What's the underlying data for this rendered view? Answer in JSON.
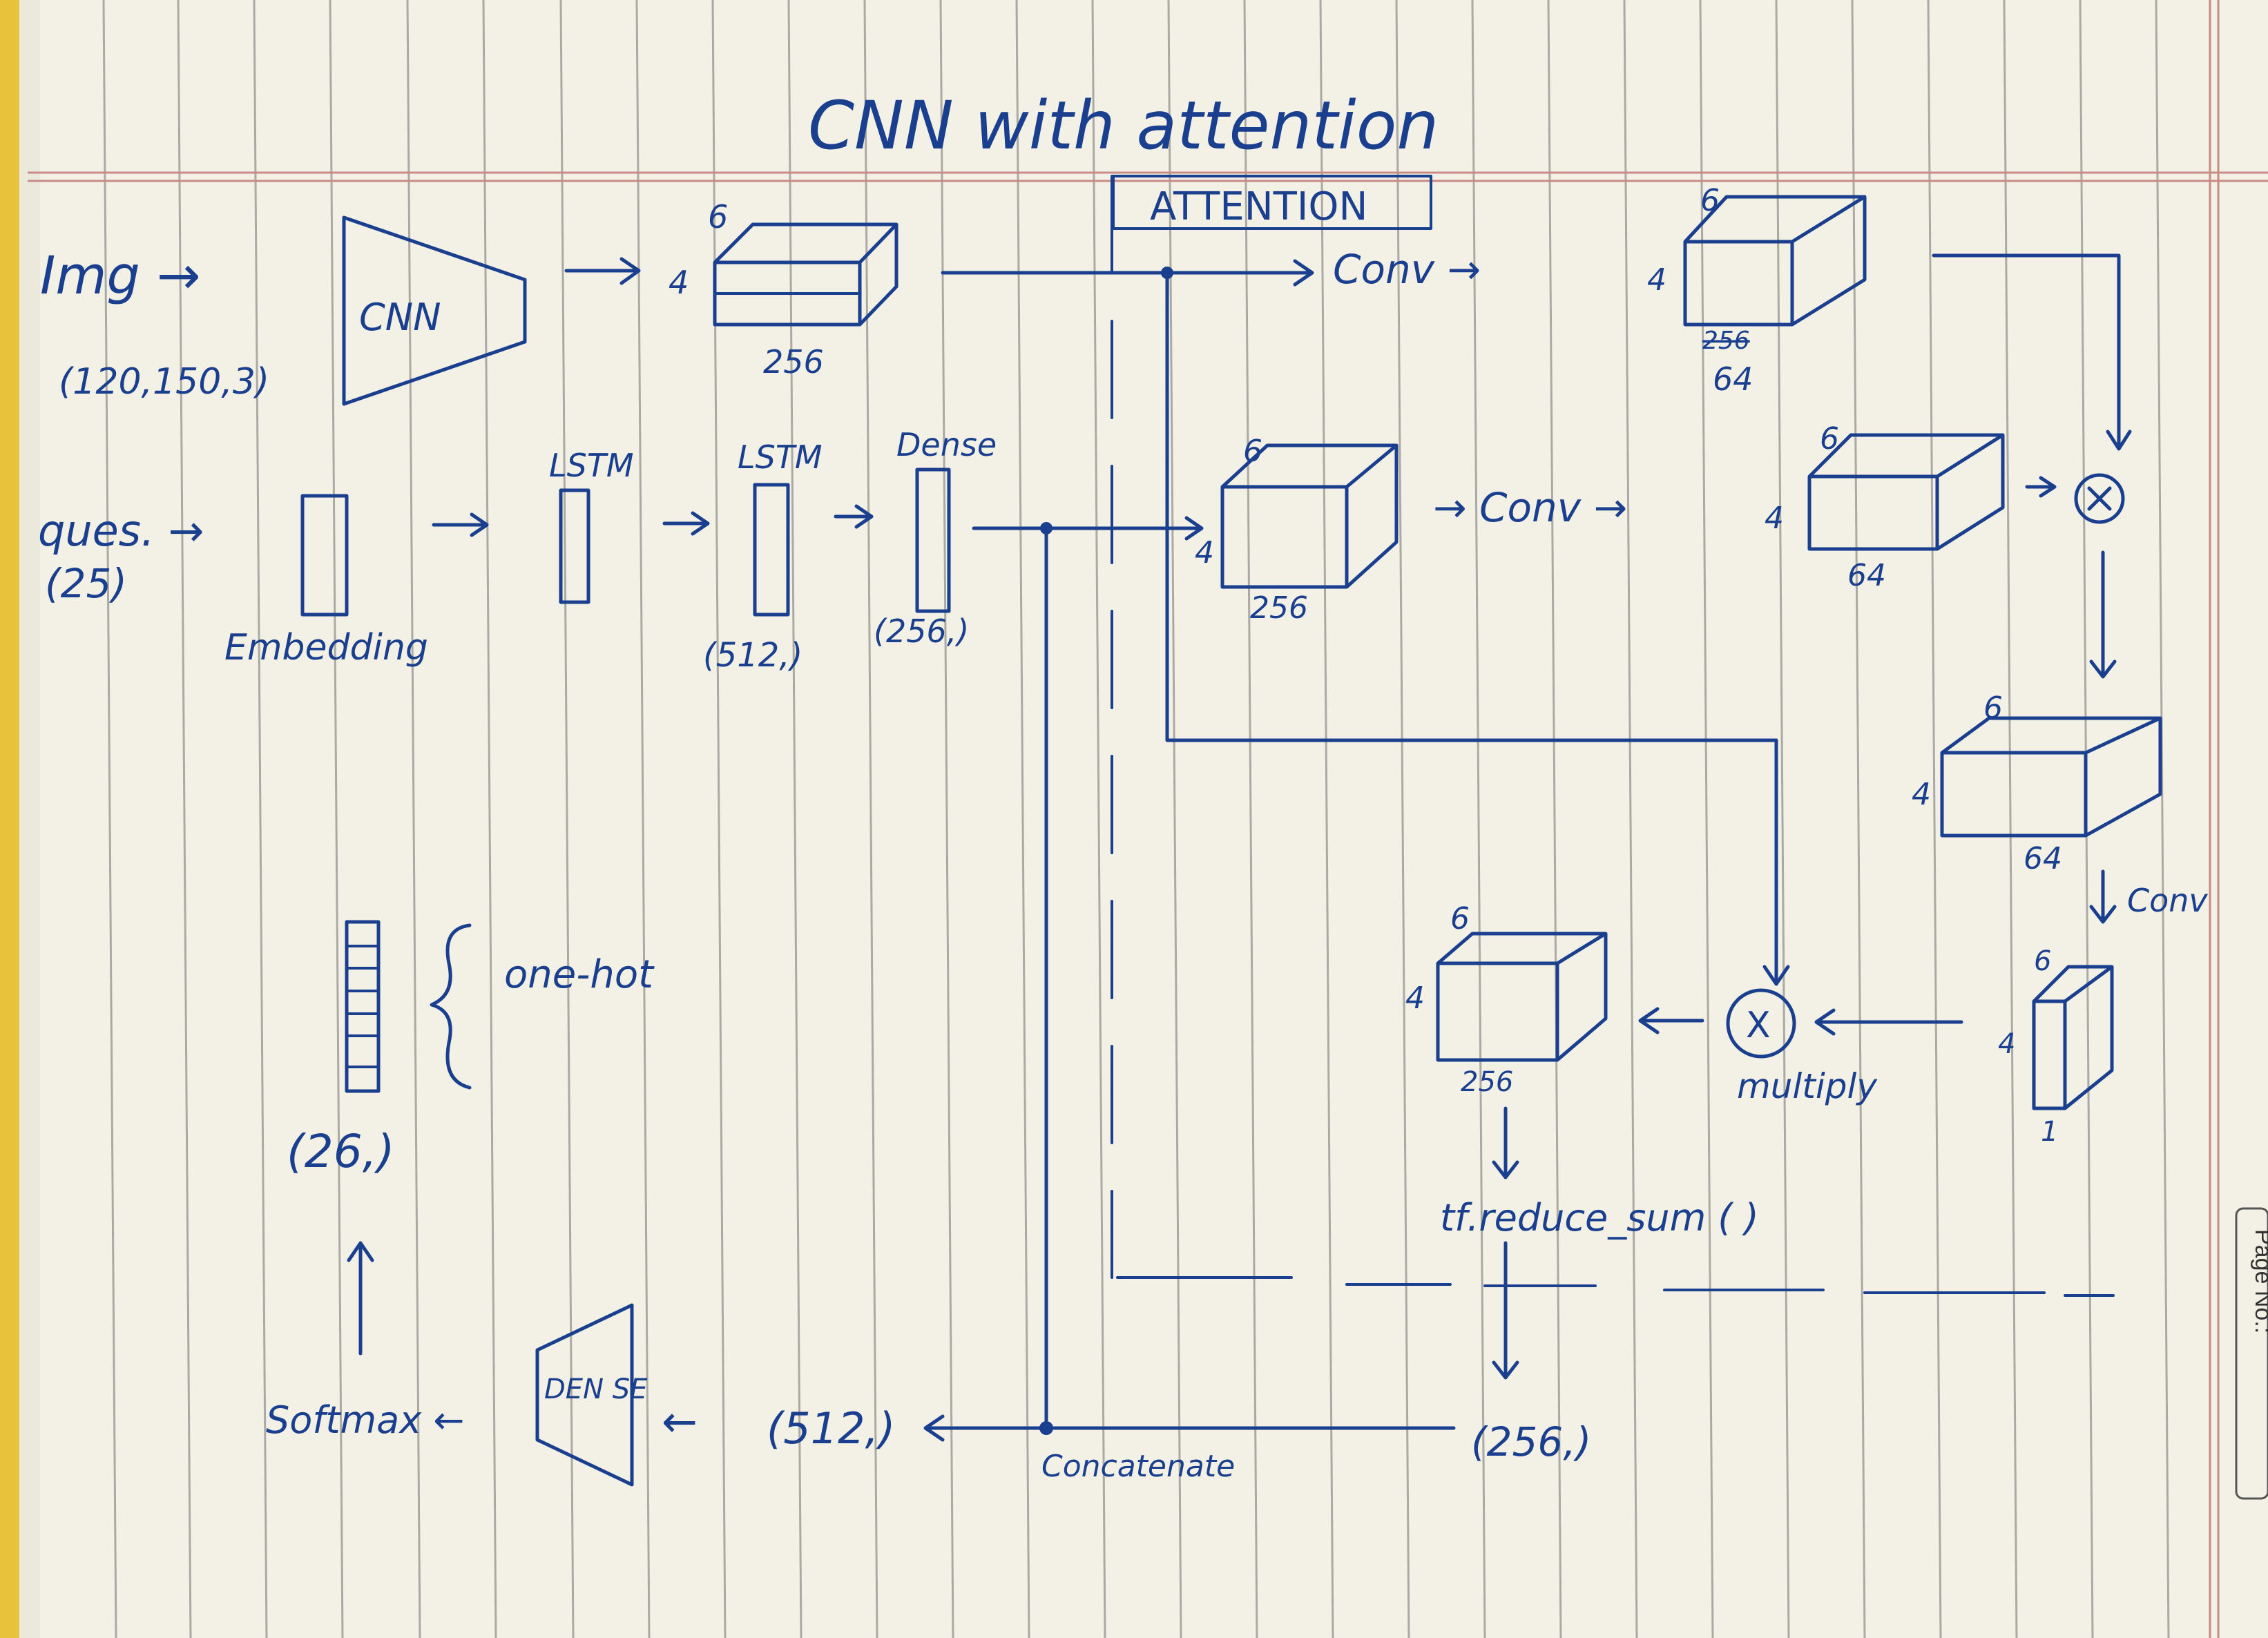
{
  "title": "CNN with attention",
  "attention_label": "ATTENTION",
  "inputs": {
    "image": {
      "label": "Img →",
      "shape": "(120,150,3)"
    },
    "question": {
      "label": "ques. →",
      "shape": "(25)"
    }
  },
  "cnn_label": "CNN",
  "feature_map": {
    "depth": "6",
    "height": "4",
    "width": "256"
  },
  "question_branch": {
    "embedding": "Embedding",
    "lstm1": "LSTM",
    "lstm2": "LSTM",
    "lstm2_shape": "(512,)",
    "dense": "Dense",
    "dense_shape": "(256,)"
  },
  "attention_branch": {
    "conv_top": "Conv →",
    "conv_mid": "→ Conv →",
    "conv_right": "Conv",
    "top_box": {
      "depth": "6",
      "height": "4",
      "width_struck": "256",
      "width": "64"
    },
    "mid_box": {
      "depth": "6",
      "height": "4",
      "width": "256"
    },
    "mid_right_box": {
      "depth": "6",
      "height": "4",
      "width": "64"
    },
    "sum_box": {
      "depth": "6",
      "height": "4",
      "width": "64"
    },
    "score_box": {
      "depth": "6",
      "height": "4",
      "width": "1"
    },
    "multiply_symbol": "X",
    "multiply_label": "multiply",
    "weighted_box": {
      "depth": "6",
      "height": "4",
      "width": "256"
    },
    "reduce": "tf.reduce_sum ( )",
    "reduce_shape": "(256,)"
  },
  "output": {
    "concatenate": "Concatenate",
    "concat_shape": "(512,)",
    "dense": "DEN SE",
    "dense_arrow": "←",
    "softmax": "Softmax ←",
    "one_hot": "one-hot",
    "one_hot_shape": "(26,)"
  },
  "page_no": "Page No.:",
  "colors": {
    "ink": "#1a3f8f",
    "paper": "#f3f1e6",
    "margin": "#c98b86",
    "tab": "#e8c23a"
  }
}
